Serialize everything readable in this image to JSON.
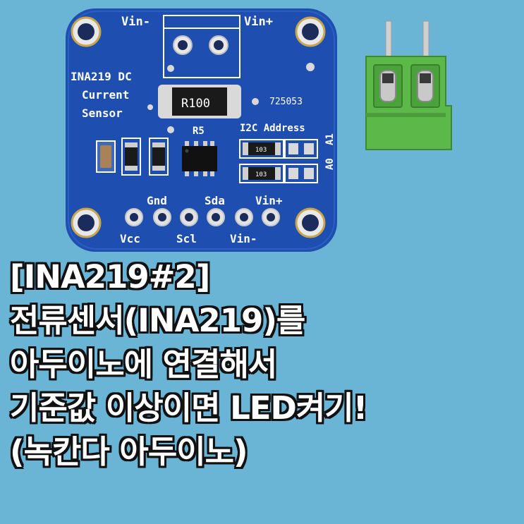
{
  "board": {
    "title_line1": "INA219 DC",
    "title_line2": "Current",
    "title_line3": "Sensor",
    "label_vin_minus_top": "Vin-",
    "label_vin_plus_top": "Vin+",
    "resistor_label": "R100",
    "r5_label": "R5",
    "code": "725053",
    "i2c_label": "I2C Address",
    "a1_label": "A1",
    "a0_label": "A0",
    "smd_label_1": "103",
    "smd_label_2": "103",
    "pin_gnd": "Gnd",
    "pin_sda": "Sda",
    "pin_vin_plus": "Vin+",
    "pin_vcc": "Vcc",
    "pin_scl": "Scl",
    "pin_vin_minus": "Vin-"
  },
  "caption": {
    "line1": "[INA219#2]",
    "line2": "전류센서(INA219)를",
    "line3": "아두이노에 연결해서",
    "line4": "기준값 이상이면 LED켜기!",
    "line5": "(녹칸다 아두이노)"
  },
  "colors": {
    "background": "#6ab4d6",
    "pcb": "#1e4fb0",
    "terminal": "#5cb848"
  }
}
